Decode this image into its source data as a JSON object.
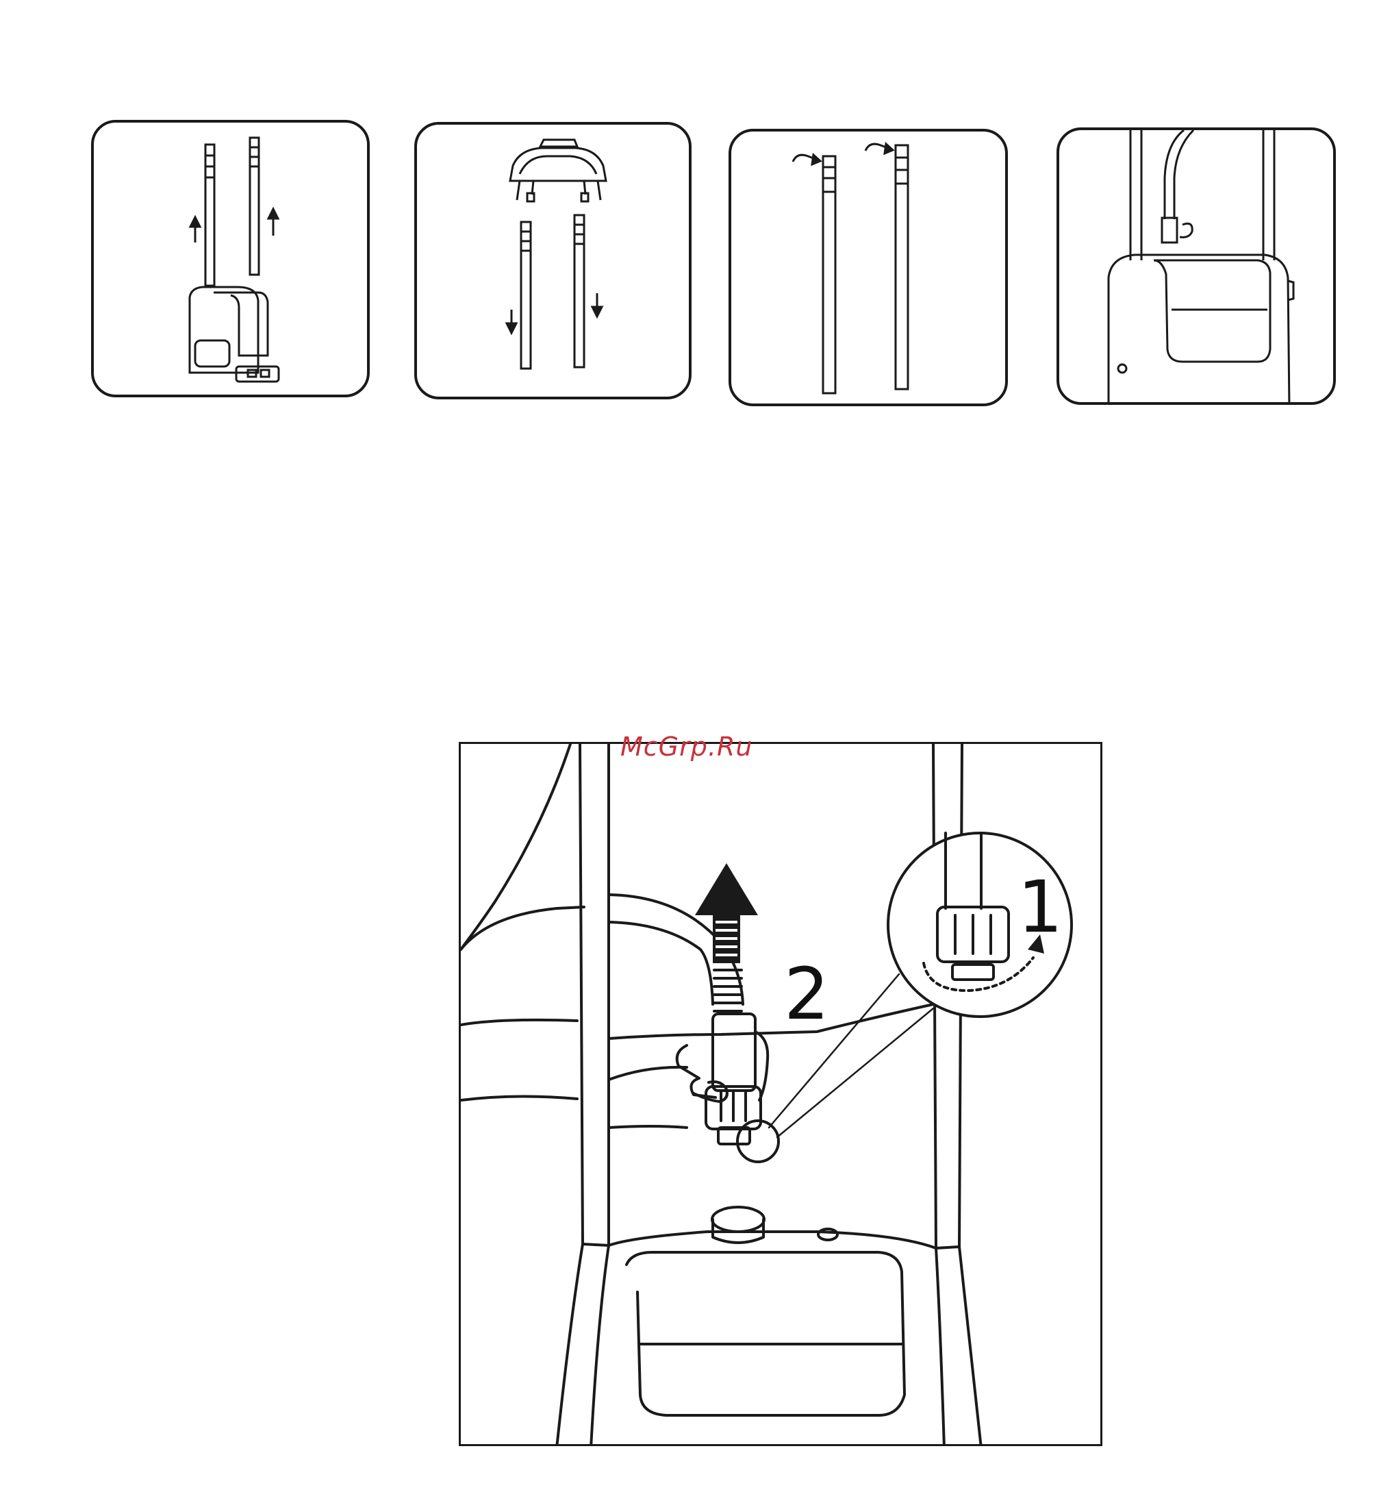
{
  "watermark": "McGrp.Ru",
  "main_figure": {
    "step_1_label": "1",
    "step_2_label": "2"
  },
  "icons": {
    "up_arrow": "up-arrow-icon",
    "down_arrow": "down-arrow-icon",
    "rotate_arrow": "rotate-arrow-icon"
  },
  "colors": {
    "line": "#1a1a1a",
    "watermark": "#c8323a"
  }
}
